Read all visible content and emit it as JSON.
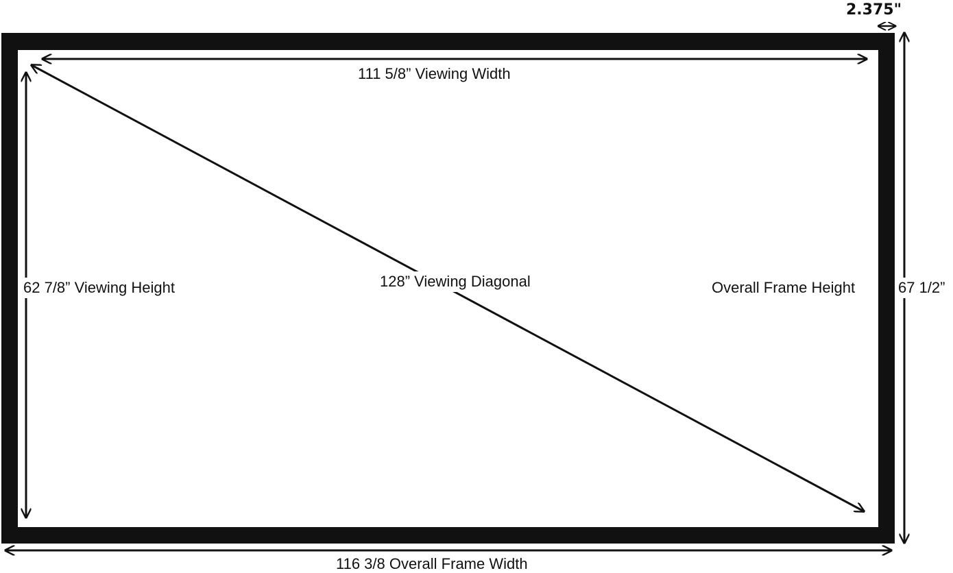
{
  "labels": {
    "border_width": "2.375\"",
    "viewing_width": "111 5/8” Viewing Width",
    "viewing_height": "62 7/8” Viewing Height",
    "viewing_diagonal": "128” Viewing Diagonal",
    "frame_height_text": "Overall Frame Height",
    "frame_height_value": "67 1/2”",
    "frame_width": "116 3/8 Overall Frame Width"
  },
  "colors": {
    "frame": "#111111",
    "screen": "#ffffff",
    "line": "#111111"
  }
}
